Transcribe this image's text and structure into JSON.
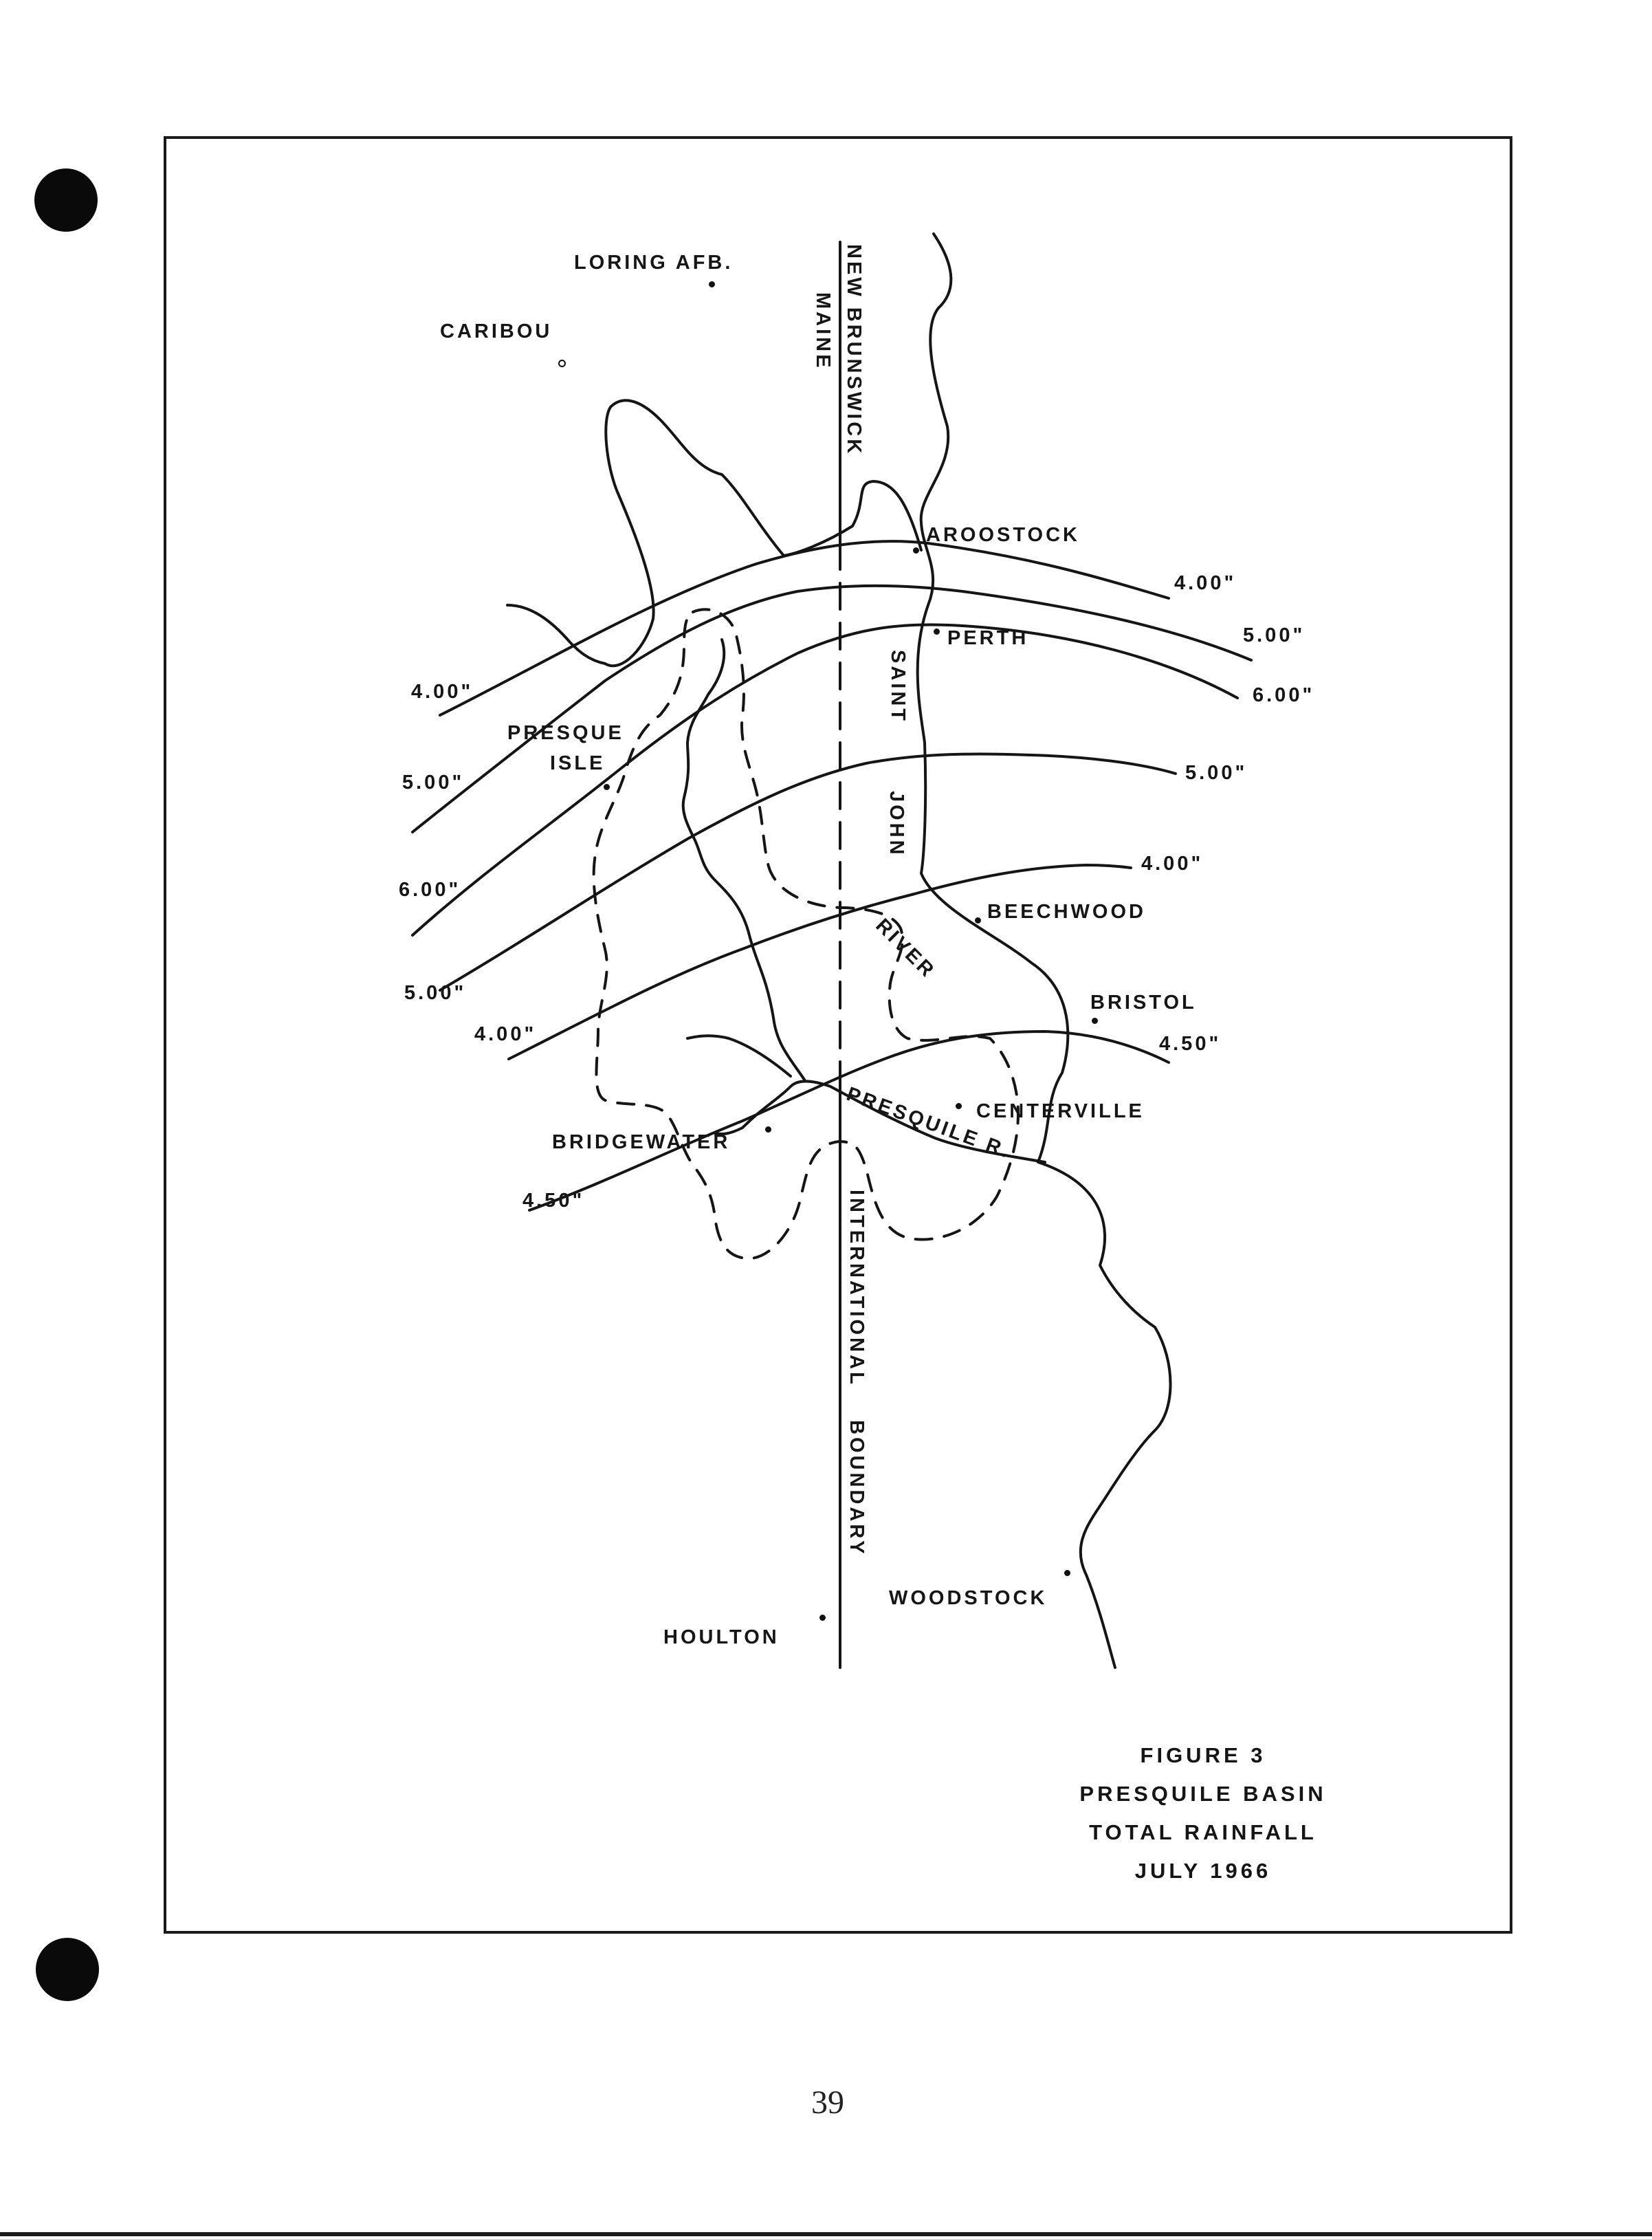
{
  "places": {
    "loring": "LORING AFB.",
    "caribou": "CARIBOU",
    "aroostook": "AROOSTOCK",
    "perth": "PERTH",
    "presque": "PRESQUE",
    "isle": "ISLE",
    "beechwood": "BEECHWOOD",
    "bristol": "BRISTOL",
    "centerville": "CENTERVILLE",
    "bridgewater": "BRIDGEWATER",
    "woodstock": "WOODSTOCK",
    "houlton": "HOULTON"
  },
  "boundary": {
    "new_brunswick": "NEW BRUNSWICK",
    "maine": "MAINE",
    "international": "INTERNATIONAL",
    "boundary_word": "BOUNDARY"
  },
  "rivers": {
    "saint": "SAINT",
    "john": "JOHN",
    "river": "RIVER",
    "presquile_r": "PRESQUILE R."
  },
  "isohyets": {
    "l_400_top": "4.00\"",
    "l_500_top": "5.00\"",
    "l_600": "6.00\"",
    "l_500_low": "5.00\"",
    "l_400_low": "4.00\"",
    "l_450": "4.50\"",
    "r_400_top": "4.00\"",
    "r_500_top": "5.00\"",
    "r_600": "6.00\"",
    "r_500_mid": "5.00\"",
    "r_400_mid": "4.00\"",
    "r_450": "4.50\""
  },
  "caption": {
    "figure": "FIGURE 3",
    "line1": "PRESQUILE BASIN",
    "line2": "TOTAL RAINFALL",
    "line3": "JULY 1966"
  },
  "page_number": "39"
}
